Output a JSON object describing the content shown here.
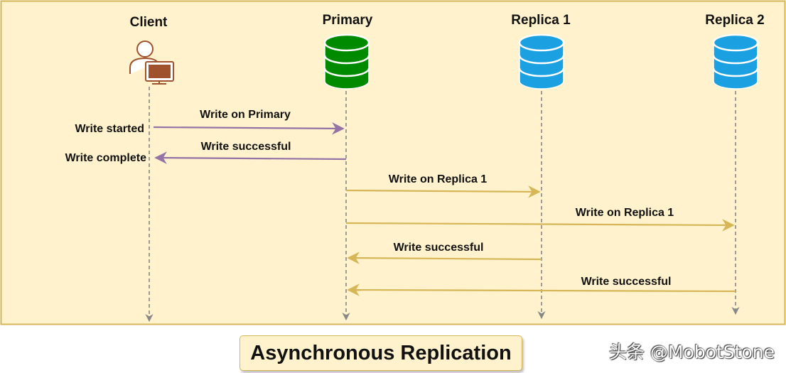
{
  "actors": {
    "client": "Client",
    "primary": "Primary",
    "replica1": "Replica 1",
    "replica2": "Replica 2"
  },
  "side_labels": {
    "write_started": "Write started",
    "write_complete": "Write complete"
  },
  "messages": [
    {
      "label": "Write on Primary",
      "from": "Client",
      "to": "Primary"
    },
    {
      "label": "Write successful",
      "from": "Primary",
      "to": "Client"
    },
    {
      "label": "Write on Replica 1",
      "from": "Primary",
      "to": "Replica 1"
    },
    {
      "label": "Write on Replica 1",
      "from": "Primary",
      "to": "Replica 2"
    },
    {
      "label": "Write successful",
      "from": "Replica 1",
      "to": "Primary"
    },
    {
      "label": "Write successful",
      "from": "Replica 2",
      "to": "Primary"
    }
  ],
  "caption": "Asynchronous Replication",
  "watermark": "头条 @MobotStone",
  "colors": {
    "panel_fill": "#fff2cc",
    "panel_border": "#d6b656",
    "client_msg": "#9673a6",
    "replica_msg": "#d6b656",
    "primary_db": "#008a00",
    "replica_db": "#1ba1e2",
    "client_icon": "#a0522d"
  },
  "icons": {
    "client": "user-computer-icon",
    "primary": "database-icon",
    "replica1": "database-icon",
    "replica2": "database-icon"
  }
}
